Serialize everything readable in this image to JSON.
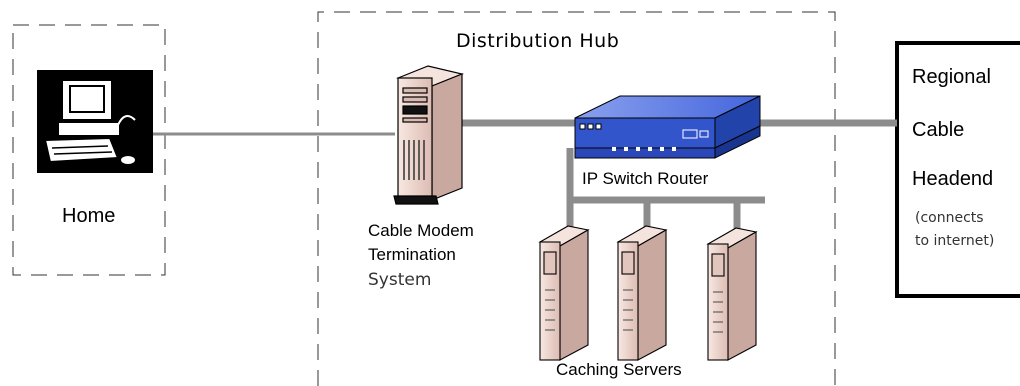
{
  "nodes": {
    "home": {
      "label": "Home"
    },
    "hub": {
      "title": "Distribution Hub"
    },
    "cmts": {
      "line1": "Cable Modem",
      "line2": "Termination",
      "line3": "System"
    },
    "router": {
      "label": "IP Switch Router"
    },
    "caching": {
      "label": "Caching Servers"
    },
    "headend": {
      "line1": "Regional",
      "line2": "Cable",
      "line3": "Headend",
      "note1": "(connects",
      "note2": "to internet)"
    }
  },
  "colors": {
    "link": "#8c8c8c",
    "router_body": "#3355cc",
    "server_body": "#f2dcd5",
    "dash": "#333333"
  }
}
